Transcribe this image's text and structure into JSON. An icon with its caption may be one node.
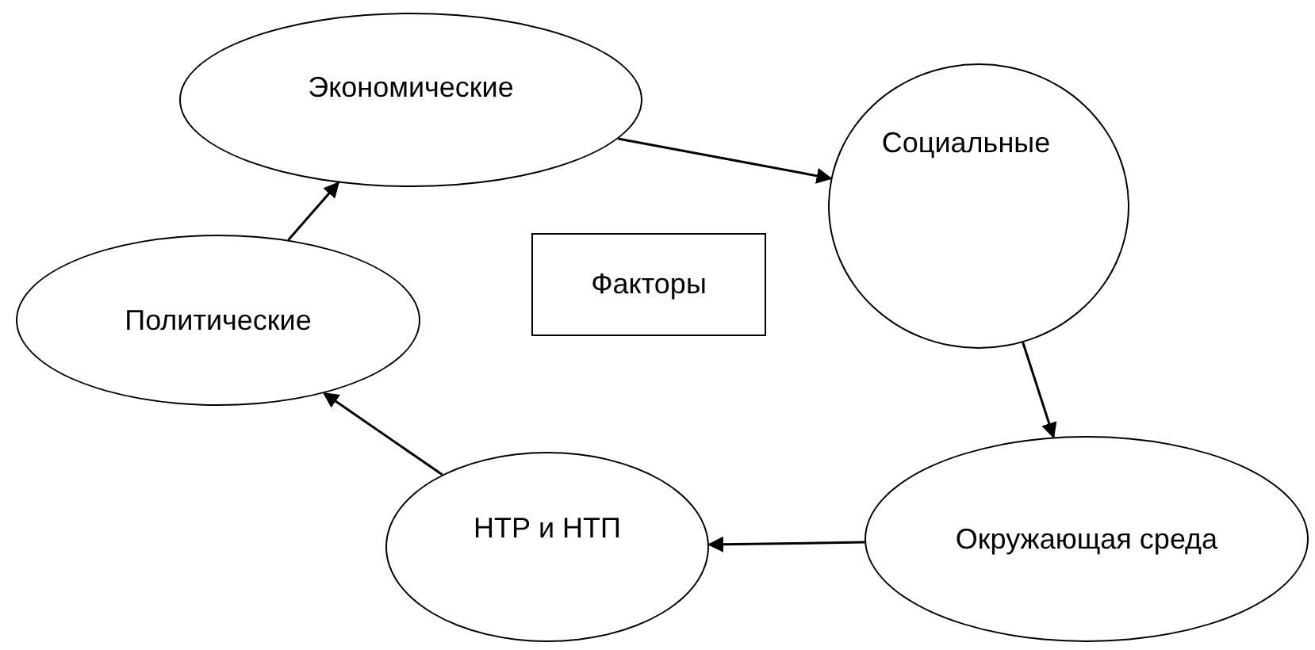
{
  "diagram": {
    "nodes": [
      {
        "text": [
          "Экономические"
        ]
      },
      {
        "text": [
          "Социальные"
        ]
      },
      {
        "text": [
          "Факторы"
        ]
      },
      {
        "text": [
          "Политические"
        ]
      },
      {
        "text": [
          "Окружающая среда"
        ]
      },
      {
        "text": [
          "НТР и НТП"
        ]
      }
    ],
    "edges": [
      {
        "from": 0,
        "to": 1,
        "arrow": "to"
      },
      {
        "from": 1,
        "to": 4,
        "arrow": "to"
      },
      {
        "from": 4,
        "to": 5,
        "arrow": "to"
      },
      {
        "from": 5,
        "to": 3,
        "arrow": "to"
      },
      {
        "from": 3,
        "to": 0,
        "arrow": "to"
      }
    ]
  }
}
